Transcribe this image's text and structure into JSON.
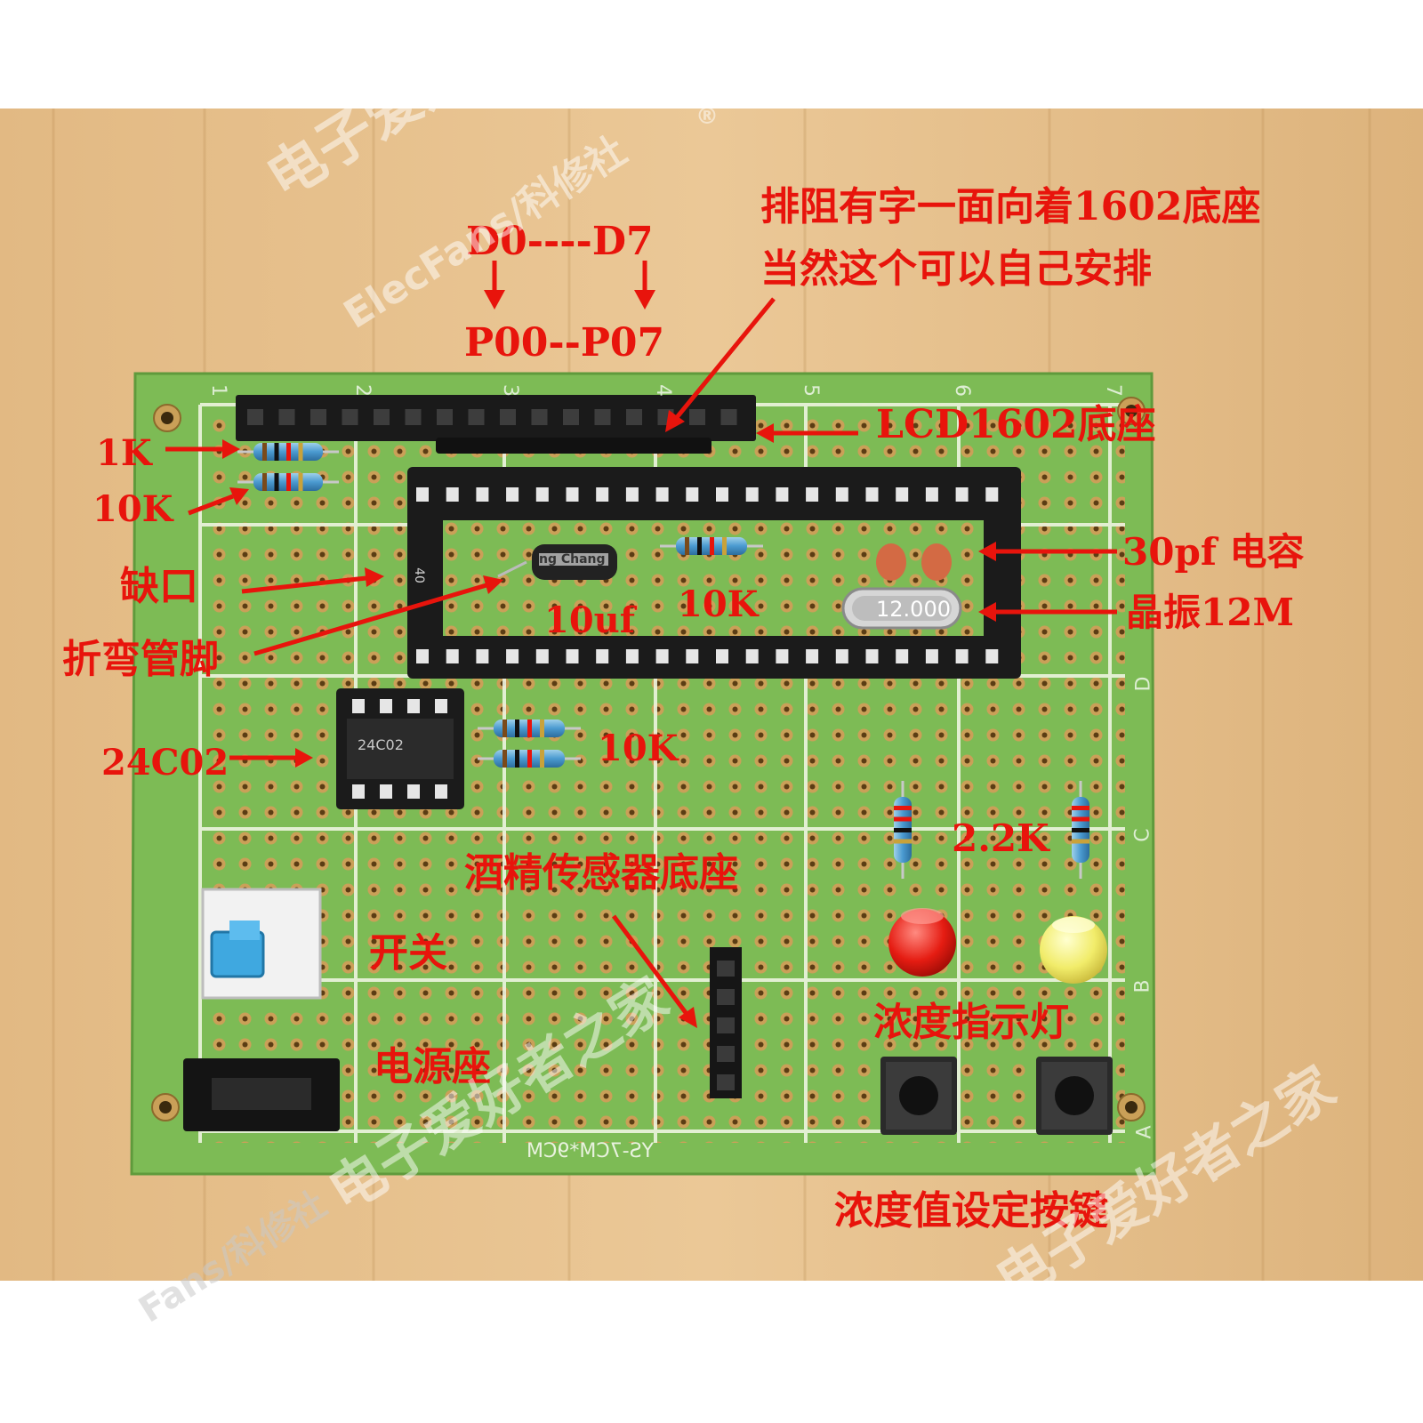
{
  "colors": {
    "wood": "#e6c08f",
    "pcb": "#7dbb55",
    "annotation": "#e8140c"
  },
  "annotations": {
    "d0_d7": "D0----D7",
    "p00_p07": "P00--P07",
    "note_line1": "排阻有字一面向着1602底座",
    "note_line2": "当然这个可以自己安排",
    "lcd_socket": "LCD1602底座",
    "r_1k": "1K",
    "r_10k_top": "10K",
    "notch": "缺口",
    "bend_leads": "折弯管脚",
    "cap_10uf": "10uf",
    "r_10k_mid": "10K",
    "cap_30pf": "30pf 电容",
    "crystal": "晶振12M",
    "eeprom": "24C02",
    "r_10k_low": "10K",
    "r_2k2": "2.2K",
    "sensor_socket": "酒精传感器底座",
    "switch": "开关",
    "power_jack": "电源座",
    "indicator_leds": "浓度指示灯",
    "set_buttons": "浓度值设定按键"
  },
  "board": {
    "crystal_marking": "12.000",
    "model_marking": "YS-7CM*9CM",
    "cap_marking": "ng Chang",
    "chip_marking_1": "24C02",
    "socket_pin_number": "40",
    "edge_numbers": [
      "1",
      "2",
      "3",
      "4",
      "5",
      "6",
      "7"
    ],
    "edge_letters": [
      "D",
      "C",
      "B",
      "A"
    ]
  },
  "watermarks": {
    "cn": "电子爱好者之家",
    "en": "ElecFans/科修社",
    "en_bottom": "Fans/科修社",
    "registered": "®"
  }
}
